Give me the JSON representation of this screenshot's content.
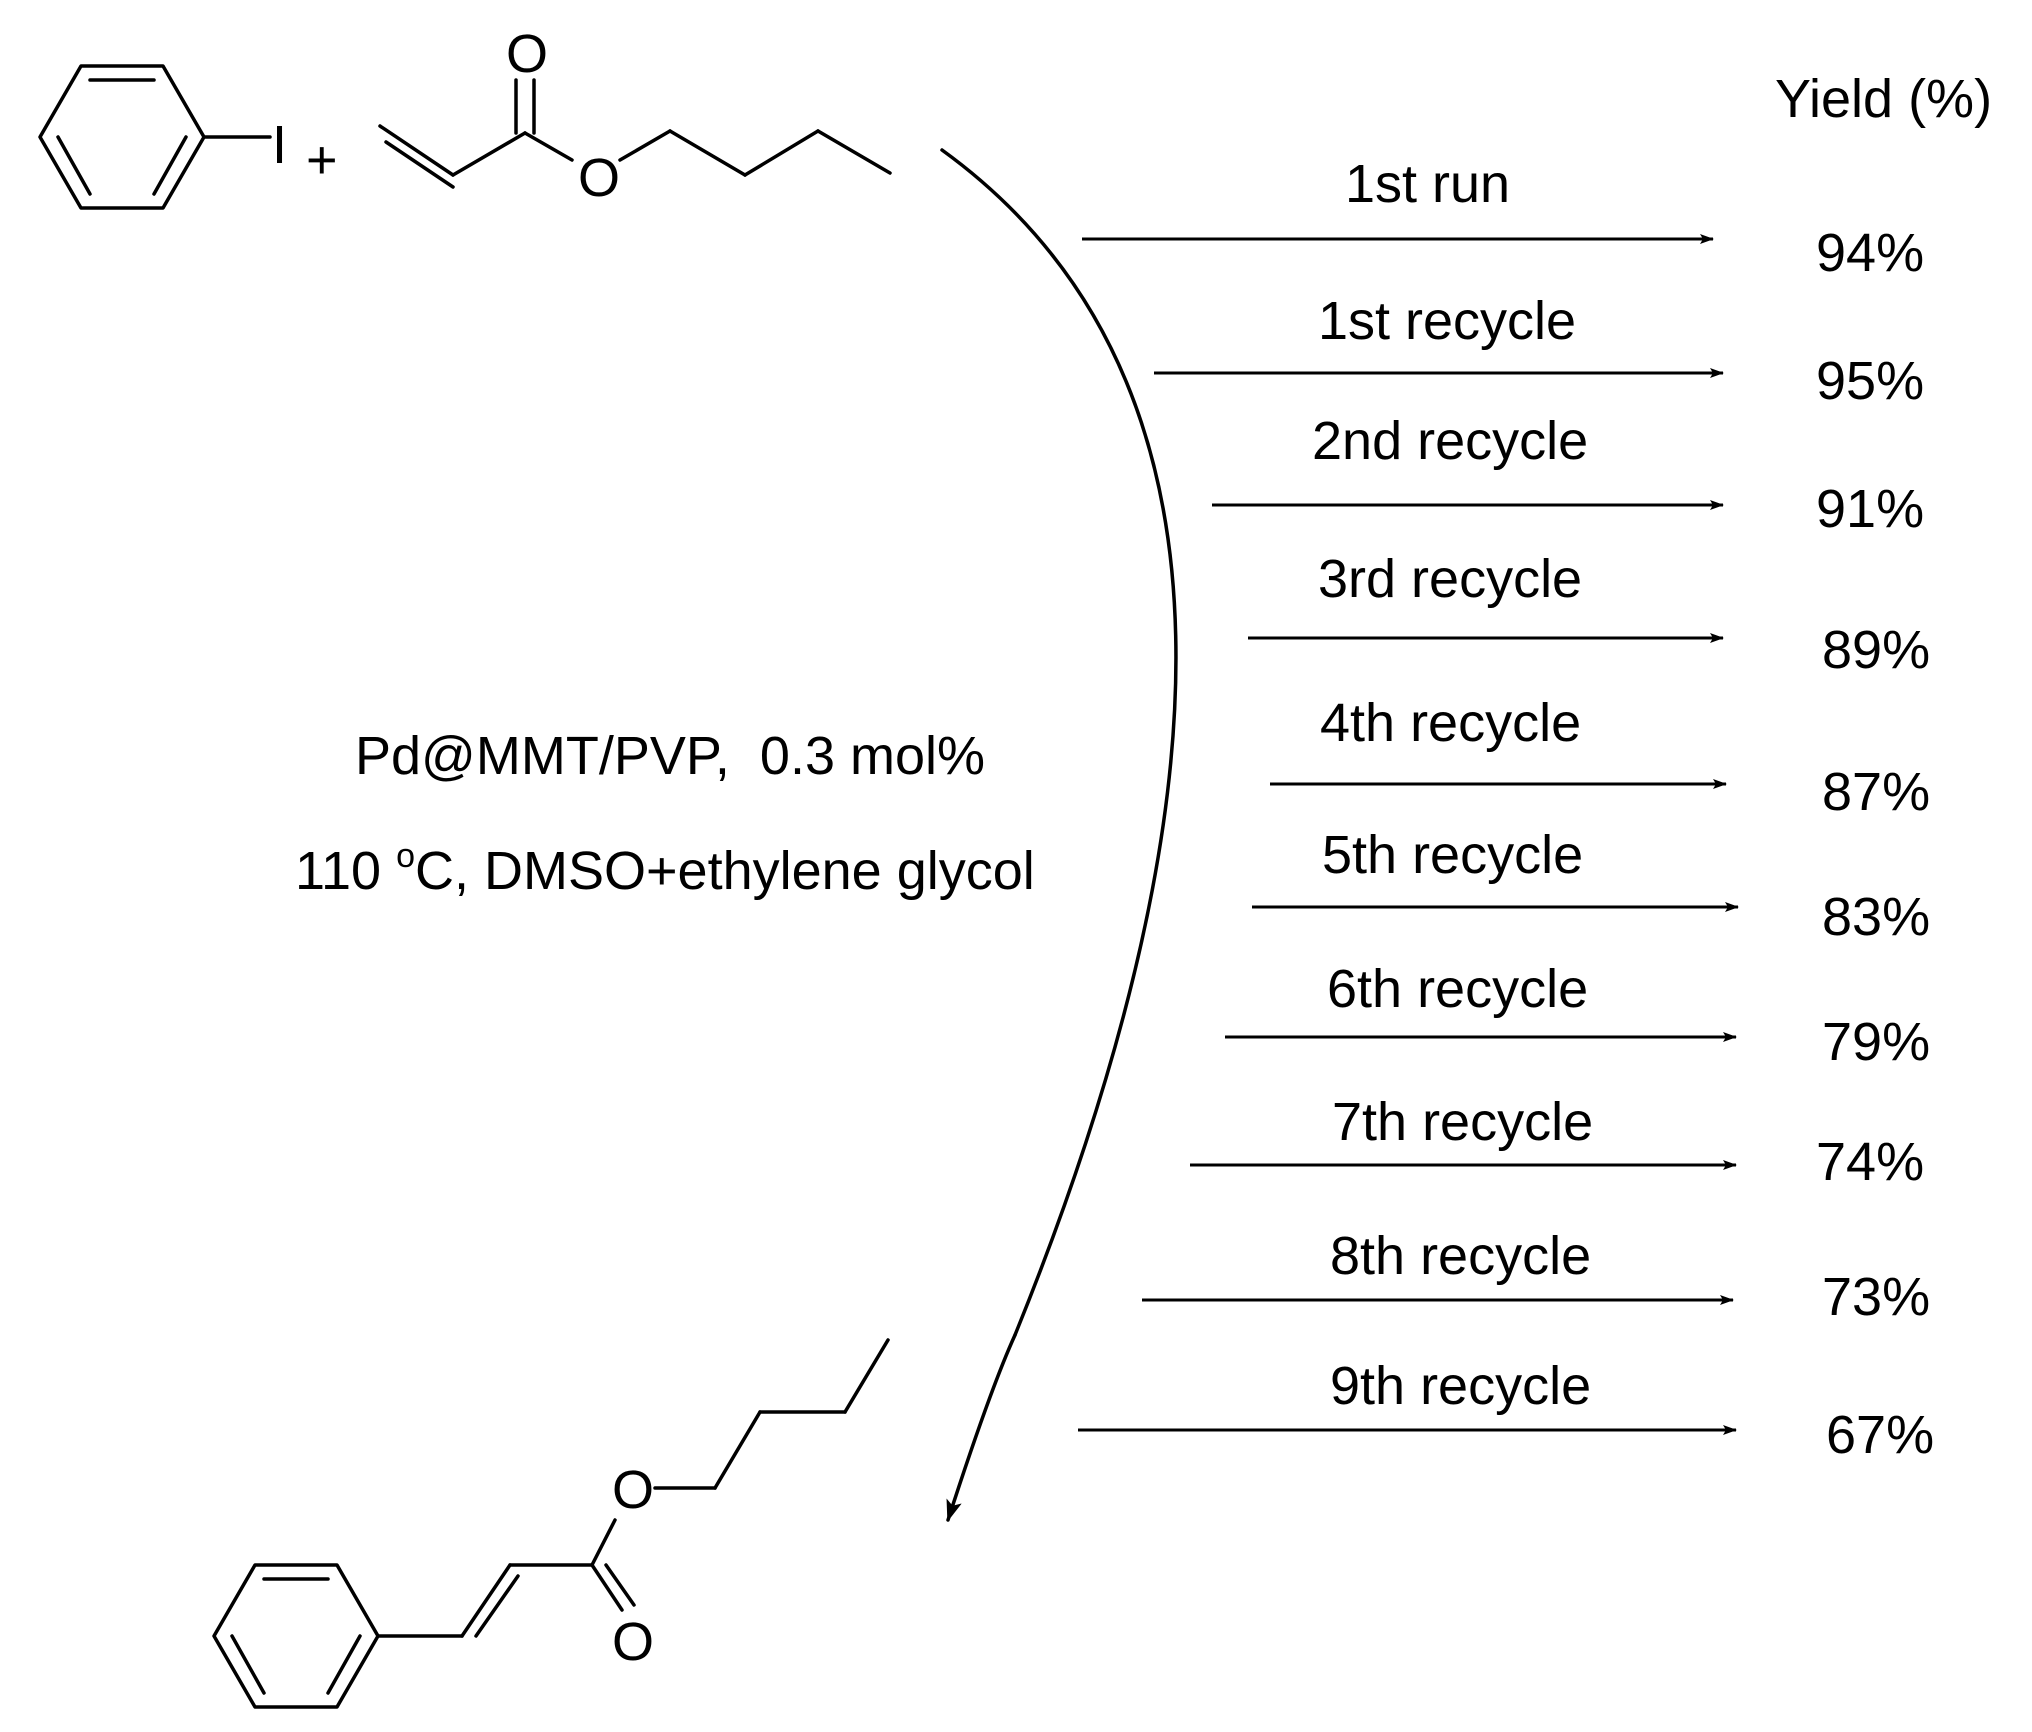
{
  "reactant": {
    "iodobenzene_atom": "I",
    "plus": "+",
    "acrylate_carbonyl_o": "O",
    "acrylate_ester_o": "O"
  },
  "product": {
    "ester_o": "O",
    "carbonyl_o": "O"
  },
  "conditions": {
    "catalyst": "Pd@MMT/PVP,  0.3 mol%",
    "temperature_value": "110 ",
    "temperature_degree": "o",
    "temperature_rest": "C, DMSO+ethylene glycol"
  },
  "yield_header": "Yield (%)",
  "runs": [
    {
      "label": "1st run",
      "yield": "94%"
    },
    {
      "label": "1st recycle",
      "yield": "95%"
    },
    {
      "label": "2nd recycle",
      "yield": "91%"
    },
    {
      "label": "3rd recycle",
      "yield": "89%"
    },
    {
      "label": "4th recycle",
      "yield": "87%"
    },
    {
      "label": "5th recycle",
      "yield": "83%"
    },
    {
      "label": "6th recycle",
      "yield": "79%"
    },
    {
      "label": "7th recycle",
      "yield": "74%"
    },
    {
      "label": "8th recycle",
      "yield": "73%"
    },
    {
      "label": "9th recycle",
      "yield": "67%"
    }
  ]
}
